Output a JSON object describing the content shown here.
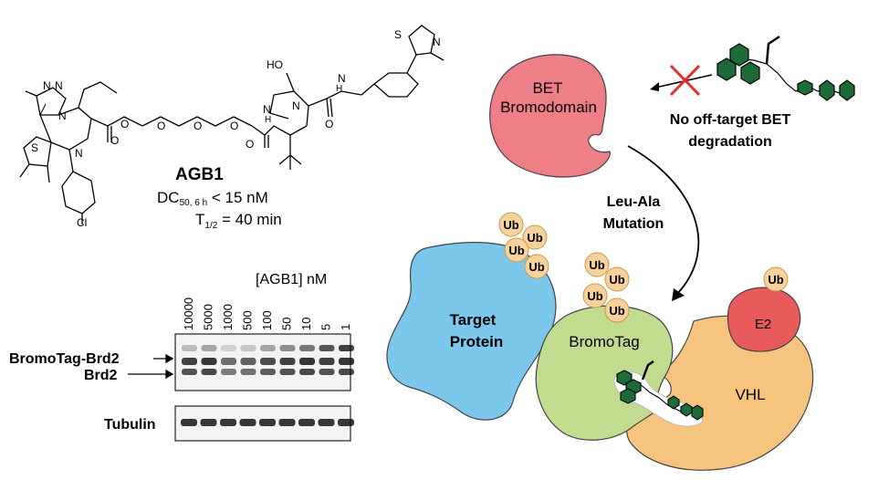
{
  "compound": {
    "name": "AGB1",
    "dc50_prefix": "DC",
    "dc50_sub": "50, 6 h",
    "dc50_value": " < 15 nM",
    "t_prefix": "T",
    "t_sub": "1/2",
    "t_value": " = 40 min"
  },
  "structure_atoms": {
    "n": "N",
    "o": "O",
    "s": "S",
    "cl": "Cl",
    "ho": "HO",
    "h": "H"
  },
  "blot": {
    "concentration_label": "[AGB1] nM",
    "lanes": [
      "10000",
      "5000",
      "1000",
      "500",
      "100",
      "50",
      "10",
      "5",
      "1"
    ],
    "band_label_upper": "BromoTag-Brd2",
    "band_label_lower": "Brd2",
    "loading_label": "Tubulin"
  },
  "schematic": {
    "bet_line1": "BET",
    "bet_line2": "Bromodomain",
    "off_target_line1": "No off-target BET",
    "off_target_line2": "degradation",
    "mutation_line1": "Leu-Ala",
    "mutation_line2": "Mutation",
    "target_line1": "Target",
    "target_line2": "Protein",
    "bromotag": "BromoTag",
    "e3_ligase": "VHL",
    "e2": "E2",
    "ub": "Ub"
  },
  "colors": {
    "bet": "#ef7f86",
    "target": "#7cc8ec",
    "bromotag": "#c2dc8f",
    "vhl": "#f6c47e",
    "e2": "#e95b5b",
    "ub": "#f8d29c",
    "ligand": "#1e6b3a",
    "cross": "#e0302c"
  }
}
